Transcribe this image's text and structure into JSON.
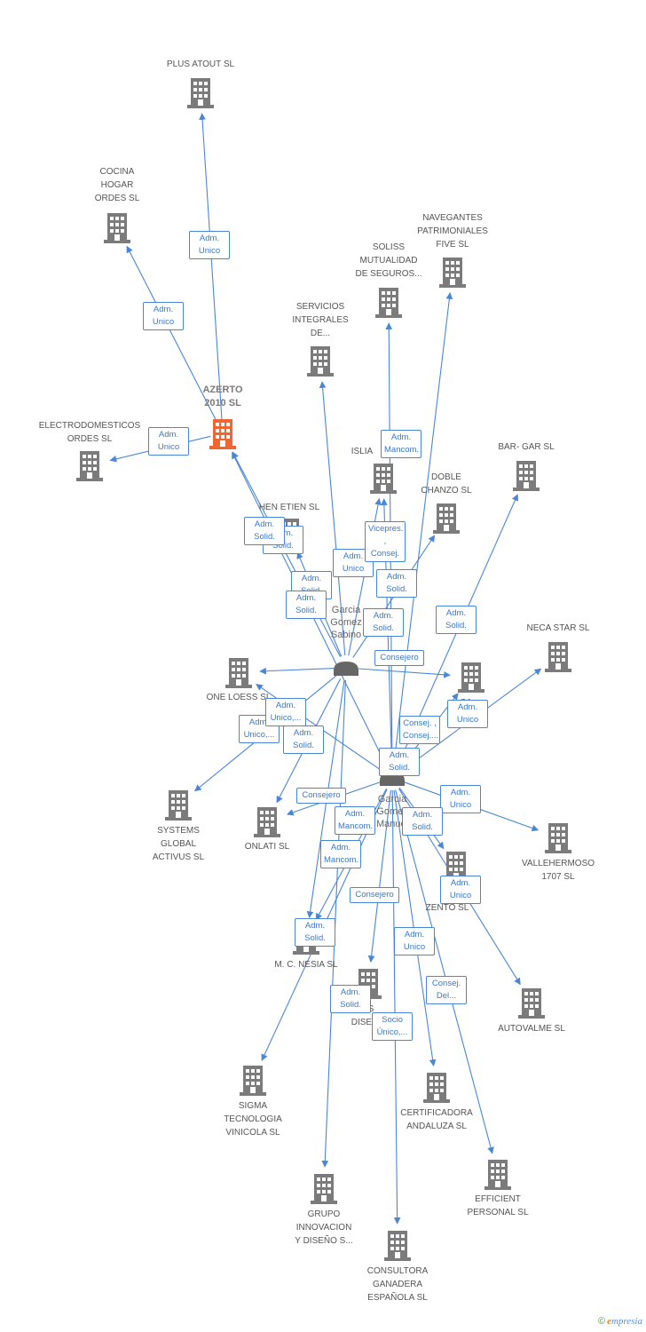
{
  "colors": {
    "edge": "#4a86d6",
    "building": "#7b7b7b",
    "main_building": "#ee6633",
    "person": "#666666",
    "label": "#555555"
  },
  "nodes": [
    {
      "id": "plus_atout",
      "label": "PLUS ATOUT SL",
      "icon": "building-icon"
    },
    {
      "id": "cocina",
      "label": "COCINA\nHOGAR\nORDES SL",
      "icon": "building-icon"
    },
    {
      "id": "navegantes",
      "label": "NAVEGANTES\nPATRIMONIALES\nFIVE SL",
      "icon": "building-icon"
    },
    {
      "id": "soliss",
      "label": "SOLISS\nMUTUALIDAD\nDE SEGUROS...",
      "icon": "building-icon"
    },
    {
      "id": "servicios",
      "label": "SERVICIOS\nINTEGRALES\nDE...",
      "icon": "building-icon"
    },
    {
      "id": "azerto",
      "label": "AZERTO\n2010 SL",
      "icon": "building-icon",
      "main": true
    },
    {
      "id": "electro",
      "label": "ELECTRODOMESTICOS\nORDES SL",
      "icon": "building-icon"
    },
    {
      "id": "islia",
      "label": "ISLIA",
      "icon": "building-icon"
    },
    {
      "id": "bargar",
      "label": "BAR- GAR SL",
      "icon": "building-icon"
    },
    {
      "id": "doble",
      "label": "DOBLE\nCHANZO SL",
      "icon": "building-icon"
    },
    {
      "id": "henetien",
      "label": "HEN ETIEN SL",
      "icon": "building-icon"
    },
    {
      "id": "necastar",
      "label": "NECA STAR SL",
      "icon": "building-icon"
    },
    {
      "id": "oneloess",
      "label": "ONE LOESS SL",
      "icon": "building-icon"
    },
    {
      "id": "ca",
      "label": "CA",
      "icon": "building-icon"
    },
    {
      "id": "systems",
      "label": "SYSTEMS\nGLOBAL\nACTIVUS SL",
      "icon": "building-icon"
    },
    {
      "id": "onlati",
      "label": "ONLATI SL",
      "icon": "building-icon"
    },
    {
      "id": "vallehermoso",
      "label": "VALLEHERMOSO\n1707 SL",
      "icon": "building-icon"
    },
    {
      "id": "bzento",
      "label": "B\nZENTO SL",
      "icon": "building-icon"
    },
    {
      "id": "mcnesia",
      "label": "M.  C. NESIA SL",
      "icon": "building-icon"
    },
    {
      "id": "res",
      "label": "RES\nDISEÑ",
      "icon": "building-icon"
    },
    {
      "id": "autovalme",
      "label": "AUTOVALME SL",
      "icon": "building-icon"
    },
    {
      "id": "sigma",
      "label": "SIGMA\nTECNOLOGIA\nVINICOLA  SL",
      "icon": "building-icon"
    },
    {
      "id": "certificadora",
      "label": "CERTIFICADORA\nANDALUZA SL",
      "icon": "building-icon"
    },
    {
      "id": "efficient",
      "label": "EFFICIENT\nPERSONAL  SL",
      "icon": "building-icon"
    },
    {
      "id": "grupo",
      "label": "GRUPO\nINNOVACION\nY DISEÑO S...",
      "icon": "building-icon"
    },
    {
      "id": "consultora",
      "label": "CONSULTORA\nGANADERA\nESPAÑOLA  SL",
      "icon": "building-icon"
    },
    {
      "id": "p1",
      "label": "Garcia\nGomez\nSabino",
      "icon": "person-icon"
    },
    {
      "id": "p2",
      "label": "Garcia\nGomez\nManuel",
      "icon": "person-icon"
    }
  ],
  "edges": [
    {
      "from": "azerto",
      "to": "plus_atout",
      "label": "Adm.\nUnico"
    },
    {
      "from": "azerto",
      "to": "cocina",
      "label": "Adm.\nUnico"
    },
    {
      "from": "azerto",
      "to": "electro",
      "label": "Adm.\nUnico"
    },
    {
      "from": "p1",
      "to": "azerto",
      "label": "Adm.\nSolid."
    },
    {
      "from": "p1",
      "to": "henetien",
      "label": "Adm.\nSolid."
    },
    {
      "from": "p1",
      "to": "servicios",
      "label": "Adm.\nSolid."
    },
    {
      "from": "p1",
      "to": "islia",
      "label": "Adm.\nUnico"
    },
    {
      "from": "p1",
      "to": "doble",
      "label": "Vicepres. ,\nConsej."
    },
    {
      "from": "p1",
      "to": "ca",
      "label": "Consejero"
    },
    {
      "from": "p1",
      "to": "oneloess",
      "label": "Adm.\nUnico,..."
    },
    {
      "from": "p1",
      "to": "systems",
      "label": "Adm.\nUnico,..."
    },
    {
      "from": "p1",
      "to": "onlati",
      "label": "Adm.\nSolid."
    },
    {
      "from": "p1",
      "to": "mcnesia",
      "label": "Adm.\nSolid."
    },
    {
      "from": "p1",
      "to": "grupo",
      "label": "Adm.\nSolid."
    },
    {
      "from": "p2",
      "to": "azerto",
      "label": "Adm.\nSolid."
    },
    {
      "from": "p2",
      "to": "soliss",
      "label": "Adm.\nMancom."
    },
    {
      "from": "p2",
      "to": "navegantes",
      "label": "Adm.\nSolid."
    },
    {
      "from": "p2",
      "to": "islia",
      "label": "Adm.\nSolid."
    },
    {
      "from": "p2",
      "to": "bargar",
      "label": "Adm.\nSolid."
    },
    {
      "from": "p2",
      "to": "necastar",
      "label": "Adm.\nUnico"
    },
    {
      "from": "p2",
      "to": "ca",
      "label": "Consej. ,\nConsej...."
    },
    {
      "from": "p2",
      "to": "vallehermoso",
      "label": "Adm.\nUnico"
    },
    {
      "from": "p2",
      "to": "bzento",
      "label": "Adm.\nSolid."
    },
    {
      "from": "p2",
      "to": "autovalme",
      "label": "Adm.\nUnico"
    },
    {
      "from": "p2",
      "to": "onlati",
      "label": "Consej.\nDel..."
    },
    {
      "from": "p2",
      "to": "mcnesia",
      "label": "Consejero"
    },
    {
      "from": "p2",
      "to": "res",
      "label": "Adm.\nMancom."
    },
    {
      "from": "p2",
      "to": "sigma",
      "label": "Adm.\nMancom."
    },
    {
      "from": "p2",
      "to": "certificadora",
      "label": "Consejero"
    },
    {
      "from": "p2",
      "to": "efficient",
      "label": "Adm.\nUnico"
    },
    {
      "from": "p2",
      "to": "consultora",
      "label": "Socio\nÚnico,..."
    },
    {
      "from": "p2",
      "to": "oneloess",
      "label": "Adm.\nSolid."
    }
  ],
  "watermark": {
    "copyright": "©",
    "brand_initial": "e",
    "brand_rest": "mpresia"
  }
}
